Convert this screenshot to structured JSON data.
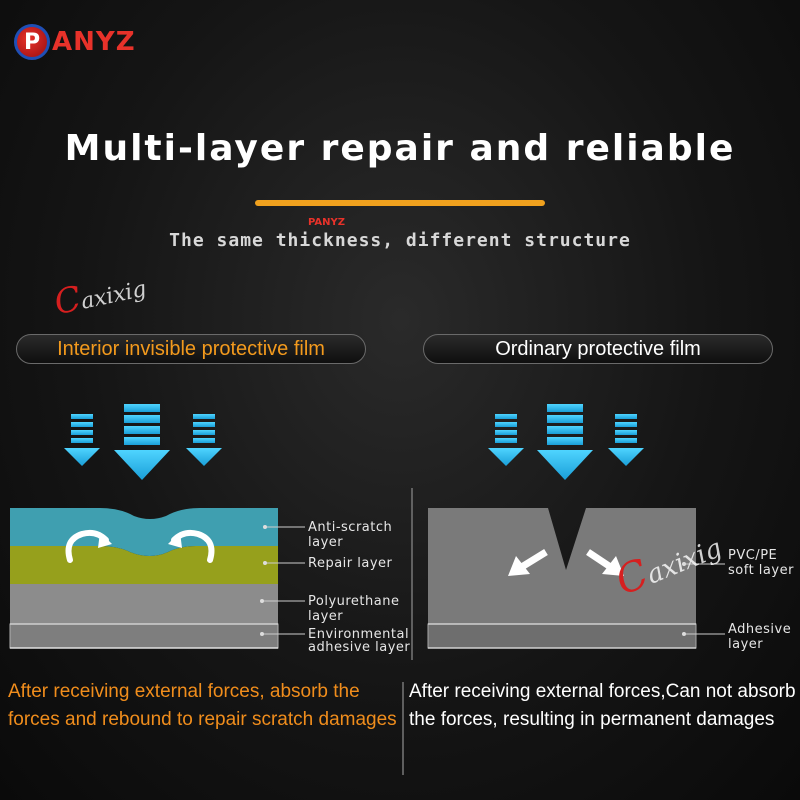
{
  "brand": {
    "logo_letter": "P",
    "name": "ANYZ",
    "mini": "PANYZ"
  },
  "headline": "Multi-layer repair and reliable",
  "subhead": "The same thickness, different structure",
  "watermark": {
    "initial": "C",
    "rest": "axixig"
  },
  "left_panel": {
    "title": "Interior invisible protective film",
    "layers": [
      {
        "label_1": "Anti-scratch",
        "label_2": "layer"
      },
      {
        "label_1": "Repair layer",
        "label_2": ""
      },
      {
        "label_1": "Polyurethane",
        "label_2": "layer"
      },
      {
        "label_1": "Environmental",
        "label_2": "adhesive layer"
      }
    ],
    "caption": "After receiving external forces, absorb the forces and rebound to repair scratch damages"
  },
  "right_panel": {
    "title": "Ordinary protective film",
    "layers": [
      {
        "label_1": "PVC/PE",
        "label_2": "soft layer"
      },
      {
        "label_1": "Adhesive",
        "label_2": "layer"
      }
    ],
    "caption": "After receiving external forces,Can not absorb the forces, resulting in permanent damages"
  },
  "colors": {
    "accent_orange": "#f0a11e",
    "arrow_cyan": "#2ec3f0",
    "anti_scratch_teal": "#3f9fb0",
    "repair_olive": "#8f9a1a",
    "polyurethane_gray": "#8a8a8a",
    "logo_red": "#e8322a"
  }
}
